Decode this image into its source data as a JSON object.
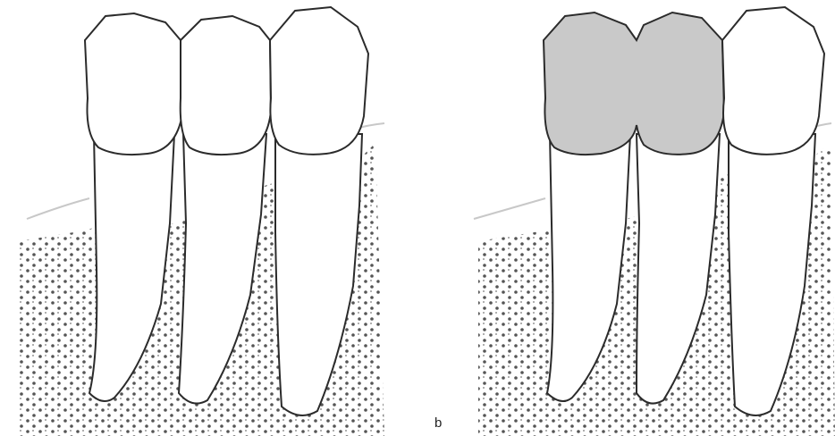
{
  "figure": {
    "panels": [
      {
        "id": "left",
        "splinted_crowns": 0
      },
      {
        "id": "right",
        "splinted_crowns": 2
      }
    ],
    "label_right": "b",
    "colors": {
      "outline": "#2b2b2b",
      "bone_dots": "#555555",
      "crown_fill": "#c9c9c9",
      "tooth_fill": "#ffffff",
      "gingiva_line": "#bdbdbd"
    }
  }
}
